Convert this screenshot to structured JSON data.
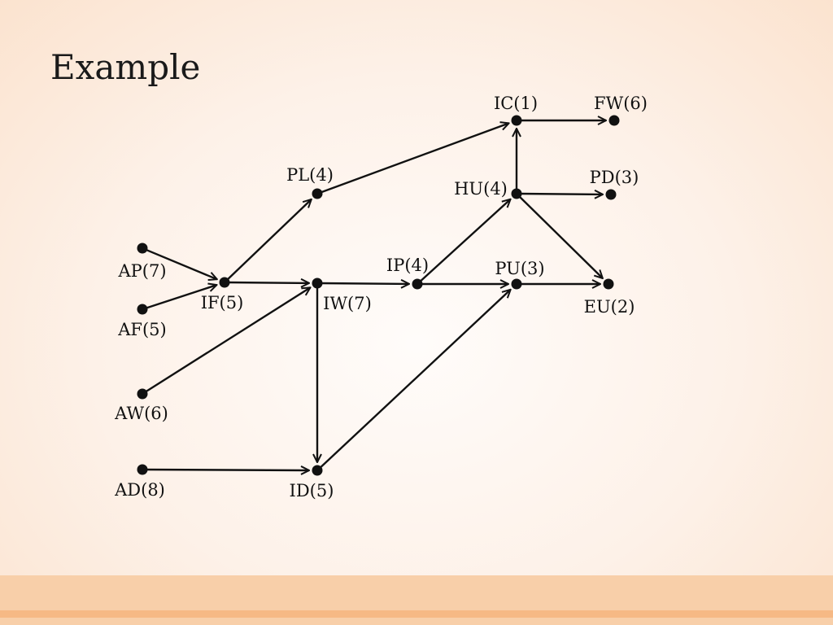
{
  "slide": {
    "title": "Example"
  },
  "colors": {
    "ink": "#111111",
    "footer_band": "#f8cfa9",
    "footer_stripe": "#f6b985"
  },
  "diagram": {
    "nodes": [
      {
        "id": "IC",
        "label": "IC(1)"
      },
      {
        "id": "FW",
        "label": "FW(6)"
      },
      {
        "id": "PL",
        "label": "PL(4)"
      },
      {
        "id": "HU",
        "label": "HU(4)"
      },
      {
        "id": "PD",
        "label": "PD(3)"
      },
      {
        "id": "AP",
        "label": "AP(7)"
      },
      {
        "id": "IF",
        "label": "IF(5)"
      },
      {
        "id": "IW",
        "label": "IW(7)"
      },
      {
        "id": "IP",
        "label": "IP(4)"
      },
      {
        "id": "PU",
        "label": "PU(3)"
      },
      {
        "id": "EU",
        "label": "EU(2)"
      },
      {
        "id": "AF",
        "label": "AF(5)"
      },
      {
        "id": "AW",
        "label": "AW(6)"
      },
      {
        "id": "AD",
        "label": "AD(8)"
      },
      {
        "id": "ID",
        "label": "ID(5)"
      }
    ],
    "edges": [
      {
        "from": "AP",
        "to": "IF"
      },
      {
        "from": "AF",
        "to": "IF"
      },
      {
        "from": "IF",
        "to": "PL"
      },
      {
        "from": "IF",
        "to": "IW"
      },
      {
        "from": "PL",
        "to": "IC"
      },
      {
        "from": "IC",
        "to": "FW"
      },
      {
        "from": "HU",
        "to": "IC"
      },
      {
        "from": "HU",
        "to": "PD"
      },
      {
        "from": "HU",
        "to": "EU"
      },
      {
        "from": "IW",
        "to": "IP"
      },
      {
        "from": "IW",
        "to": "ID"
      },
      {
        "from": "IP",
        "to": "HU"
      },
      {
        "from": "IP",
        "to": "PU"
      },
      {
        "from": "PU",
        "to": "EU"
      },
      {
        "from": "AW",
        "to": "IW"
      },
      {
        "from": "AD",
        "to": "ID"
      },
      {
        "from": "ID",
        "to": "PU"
      }
    ]
  }
}
